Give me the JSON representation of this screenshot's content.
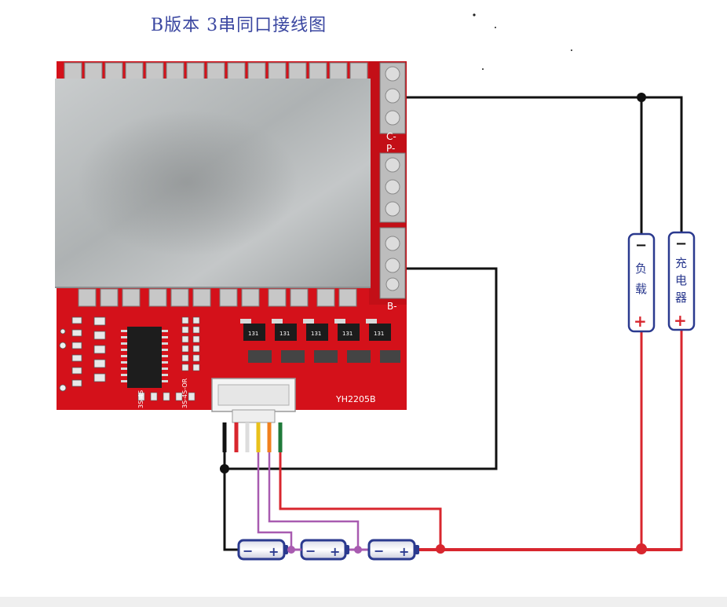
{
  "title": "B版本  3串同口接线图",
  "board": {
    "model": "YH2205B",
    "pad_c": "C-",
    "pad_p": "P-",
    "pad_b": "B-",
    "silk_s1": "3S-4S",
    "silk_s2": "3S-4S-OR",
    "mosfet_code": "131"
  },
  "load": {
    "name": "负载",
    "char1": "负",
    "char2": "载",
    "minus": "−",
    "plus": "+"
  },
  "charger": {
    "name": "充电器",
    "char1": "充",
    "char2": "电",
    "char3": "器",
    "minus": "−",
    "plus": "+"
  },
  "cells": [
    {
      "minus": "−",
      "plus": "+"
    },
    {
      "minus": "−",
      "plus": "+"
    },
    {
      "minus": "−",
      "plus": "+"
    }
  ],
  "colors": {
    "pcb": "#d4111a",
    "heatsink": "#b9bcbd",
    "wire_negative": "#111111",
    "wire_positive": "#d8262e",
    "wire_balance": "#a85bb0",
    "cell_body": "#2b3a8f",
    "title": "#3a46a0"
  }
}
